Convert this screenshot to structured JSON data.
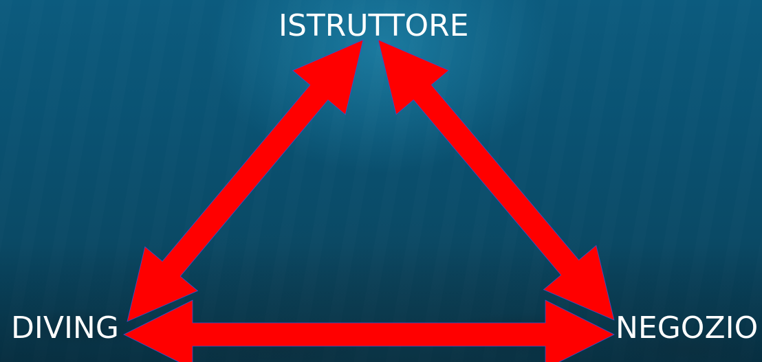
{
  "diagram": {
    "nodes": {
      "top": "ISTRUTTORE",
      "left": "DIVING",
      "right": "NEGOZIO"
    },
    "edges": [
      {
        "from": "top",
        "to": "left",
        "bidirectional": true
      },
      {
        "from": "top",
        "to": "right",
        "bidirectional": true
      },
      {
        "from": "left",
        "to": "right",
        "bidirectional": true
      }
    ],
    "arrow_color": "#ff0000",
    "text_color": "#ffffff"
  }
}
